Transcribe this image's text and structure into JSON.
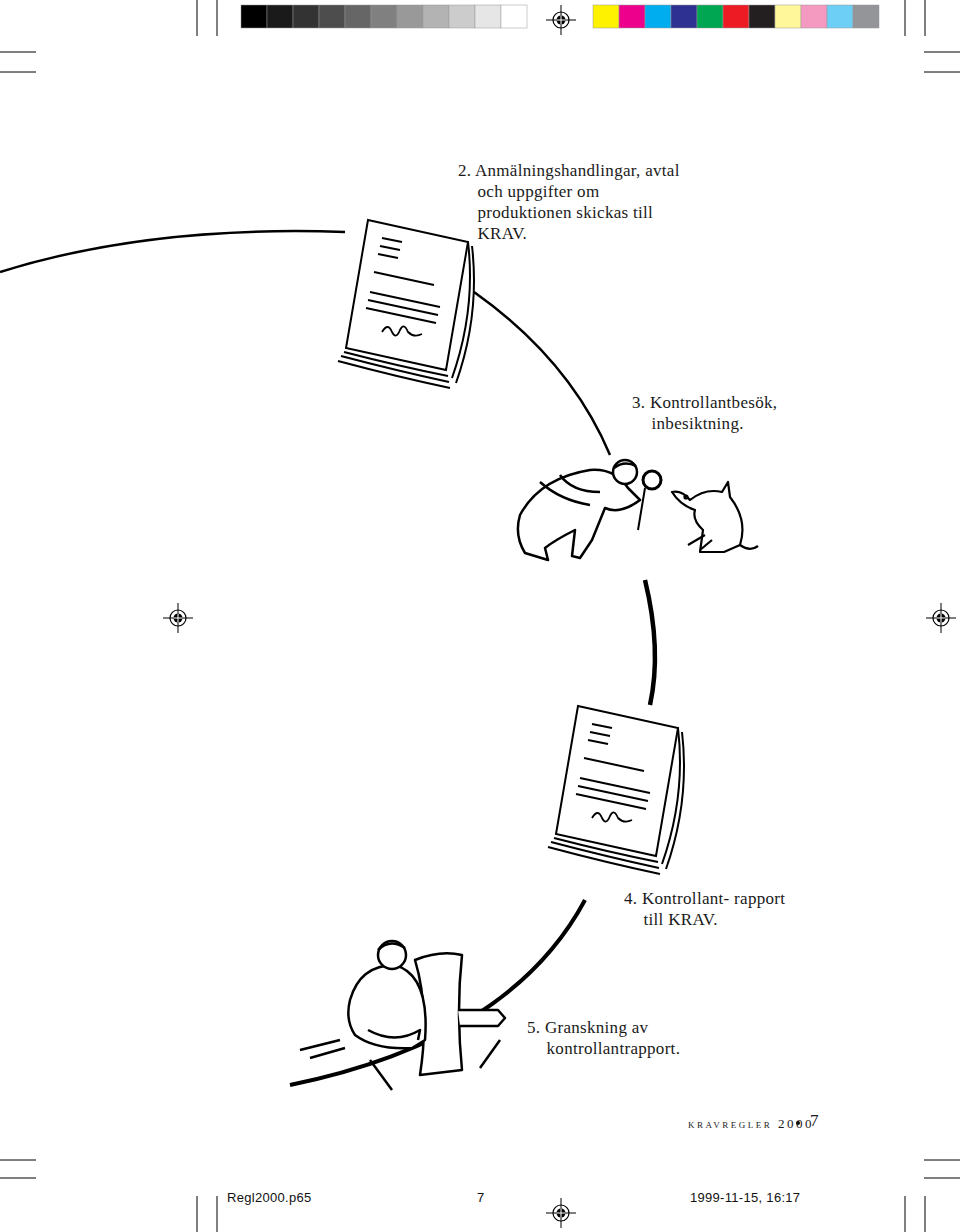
{
  "diagram": {
    "labels": [
      "2. Anmälningshandlingar, avtal och uppgifter om produktionen skickas till KRAV.",
      "3. Kontrollantbesök, inbesiktning.",
      "4. Kontrollant- rapport till KRAV.",
      "5. Granskning av kontrollantrapport.",
      "kravregler 2000",
      "7",
      "Regl2000.p65",
      "7",
      "1999-11-15, 16:17"
    ]
  }
}
